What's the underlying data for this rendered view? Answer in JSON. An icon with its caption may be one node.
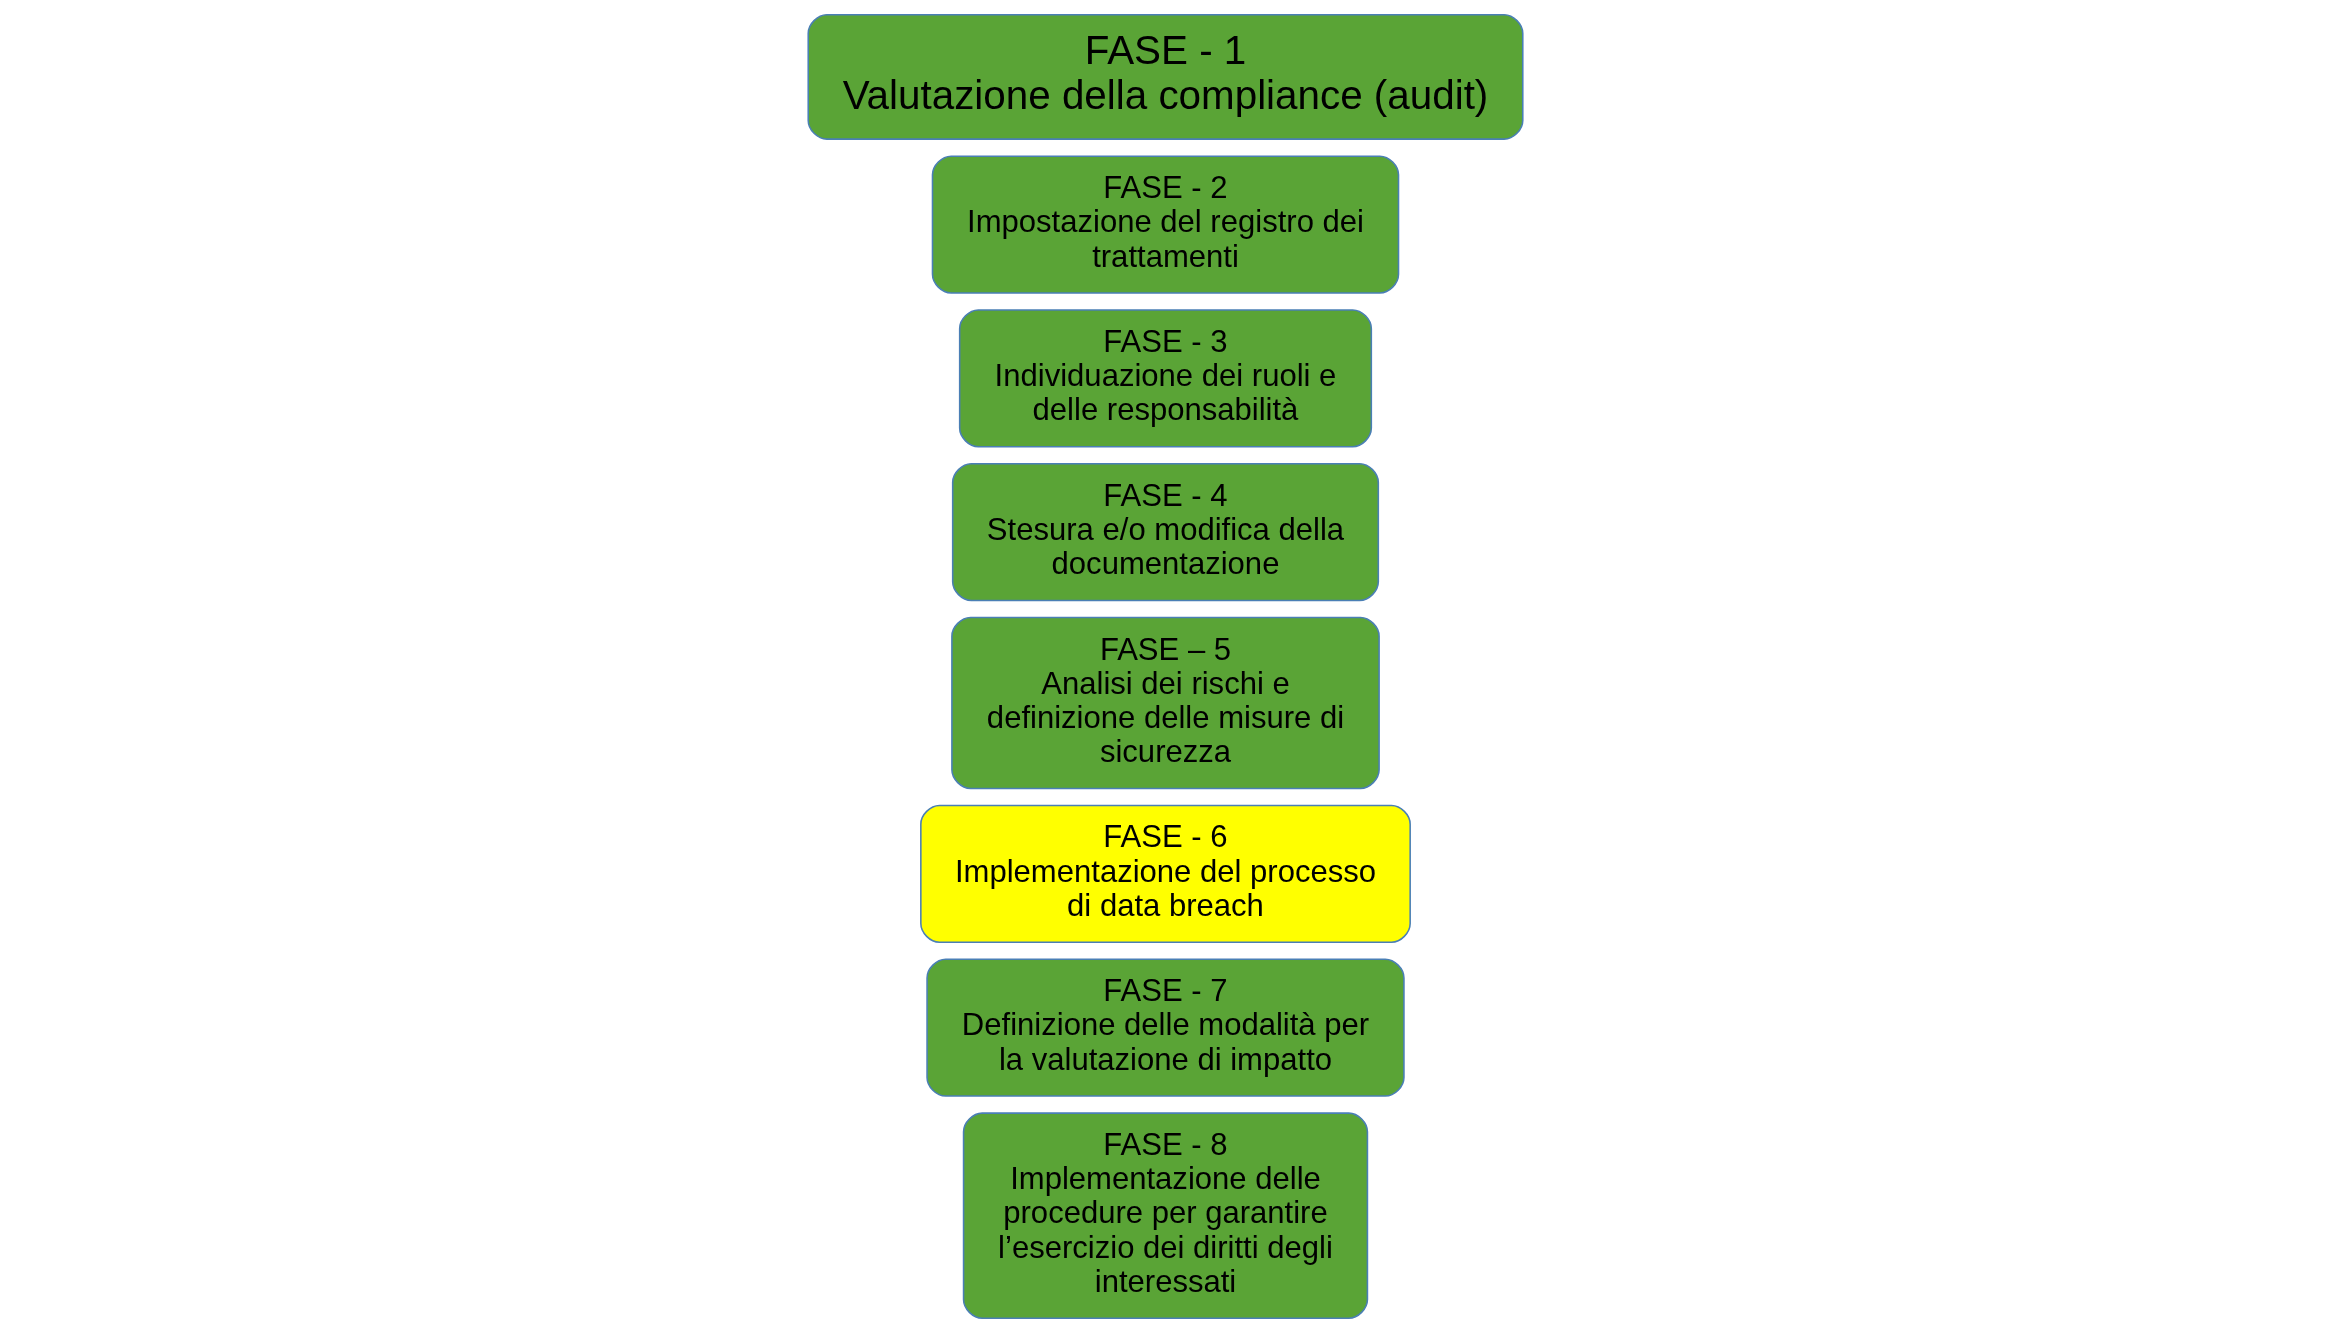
{
  "diagram": {
    "nodes": [
      {
        "text": [
          "FASE - 1",
          "Valutazione della compliance (audit)"
        ]
      },
      {
        "text": [
          "FASE - 2",
          "Impostazione del registro dei trattamenti"
        ]
      },
      {
        "text": [
          "FASE - 3",
          "Individuazione dei ruoli e delle responsabilità"
        ]
      },
      {
        "text": [
          "FASE - 4",
          "Stesura e/o modifica della documentazione"
        ]
      },
      {
        "text": [
          "FASE – 5",
          "Analisi dei rischi e definizione delle misure di sicurezza"
        ]
      },
      {
        "text": [
          "FASE - 6",
          "Implementazione del processo di data breach"
        ]
      },
      {
        "text": [
          "FASE - 7",
          "Definizione delle modalità per la valutazione di impatto"
        ]
      },
      {
        "text": [
          "FASE - 8",
          "Implementazione delle procedure per garantire l’esercizio dei diritti degli interessati"
        ]
      }
    ],
    "edges": []
  }
}
